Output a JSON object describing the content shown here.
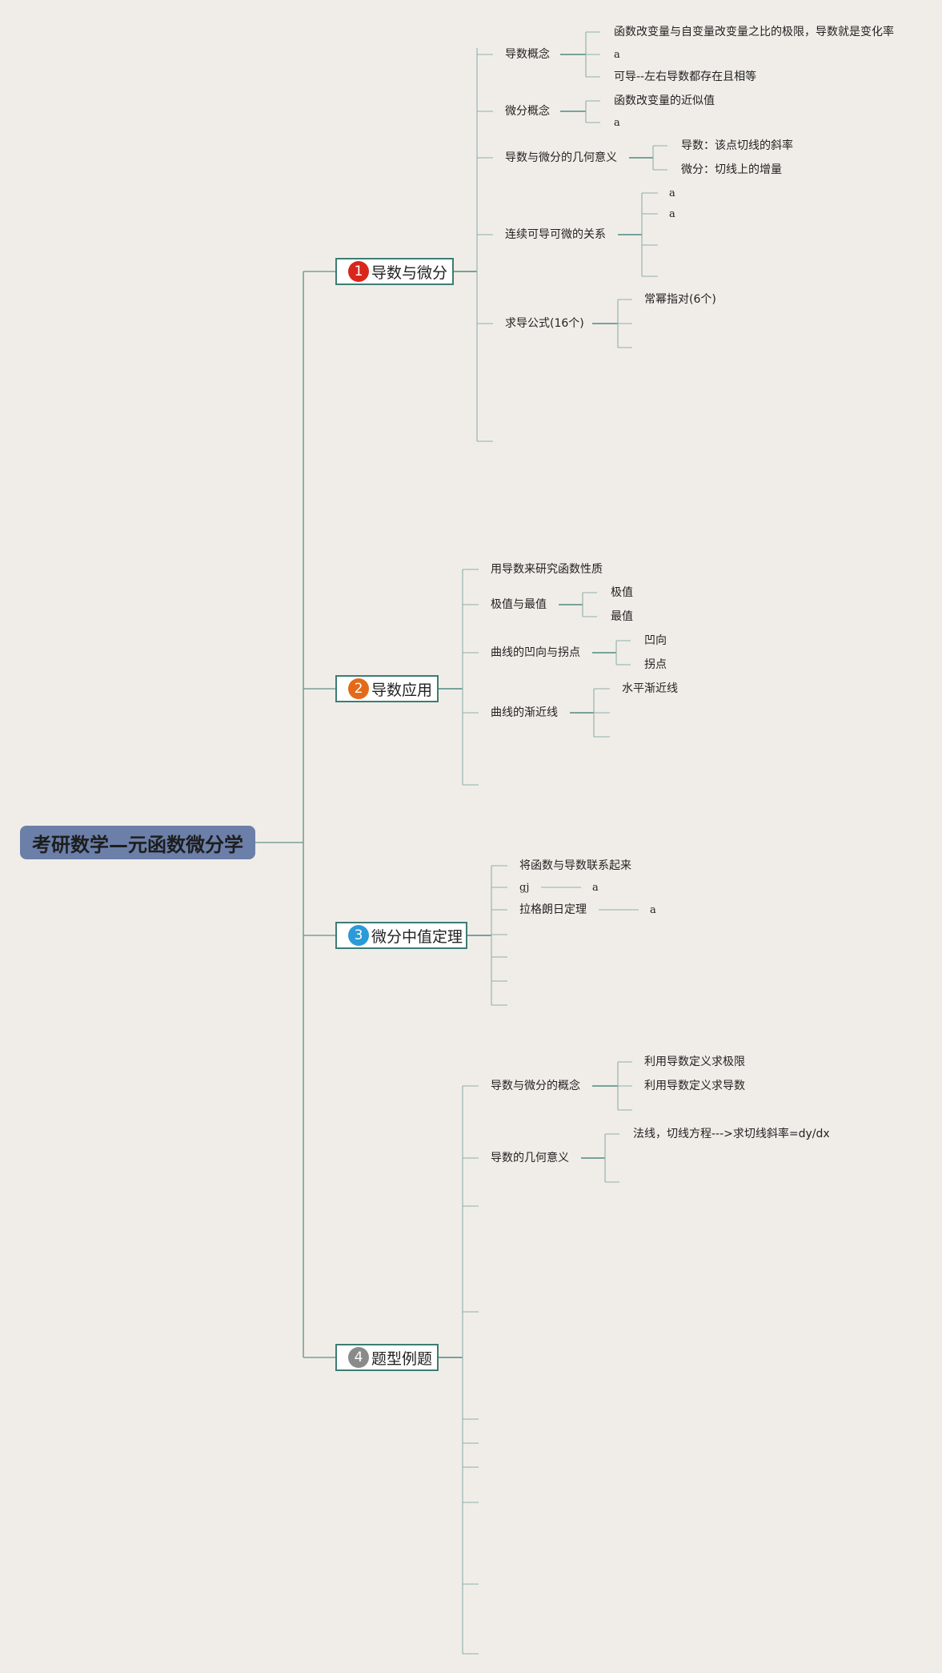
{
  "root": {
    "title": "考研数学—元函数微分学"
  },
  "branches": [
    {
      "number": "1",
      "number_color": "#d9261c",
      "title": "导数与微分",
      "items": {
        "concept": "导数概念",
        "concept_children": [
          "函数改变量与自变量改变量之比的极限，导数就是变化率",
          "a",
          "可导--左右导数都存在且相等"
        ],
        "differential": "微分概念",
        "differential_children": [
          "函数改变量的近似值",
          "a"
        ],
        "geometry": "导数与微分的几何意义",
        "geometry_children": [
          "导数：该点切线的斜率",
          "微分：切线上的增量"
        ],
        "relation": "连续可导可微的关系",
        "relation_children": [
          "a",
          "a"
        ],
        "formula": "求导公式(16个)",
        "formula_children": [
          "常幂指对(6个)"
        ]
      }
    },
    {
      "number": "2",
      "number_color": "#e46a1a",
      "title": "导数应用",
      "items": {
        "study": "用导数来研究函数性质",
        "extreme": "极值与最值",
        "extreme_children": [
          "极值",
          "最值"
        ],
        "concavity": "曲线的凹向与拐点",
        "concavity_children": [
          "凹向",
          "拐点"
        ],
        "asymptote": "曲线的渐近线",
        "asymptote_children": [
          "水平渐近线"
        ]
      }
    },
    {
      "number": "3",
      "number_color": "#2a9bd8",
      "title": "微分中值定理",
      "items": {
        "link": "将函数与导数联系起来",
        "gj": "gj",
        "gj_child": "a",
        "lagrange": "拉格朗日定理",
        "lagrange_child": "a"
      }
    },
    {
      "number": "4",
      "number_color": "#8a8a8a",
      "title": "题型例题",
      "items": {
        "concept": "导数与微分的概念",
        "concept_children": [
          "利用导数定义求极限",
          "利用导数定义求导数"
        ],
        "geometry": "导数的几何意义",
        "geometry_children": [
          "法线，切线方程--->求切线斜率=dy/dx"
        ]
      }
    }
  ]
}
